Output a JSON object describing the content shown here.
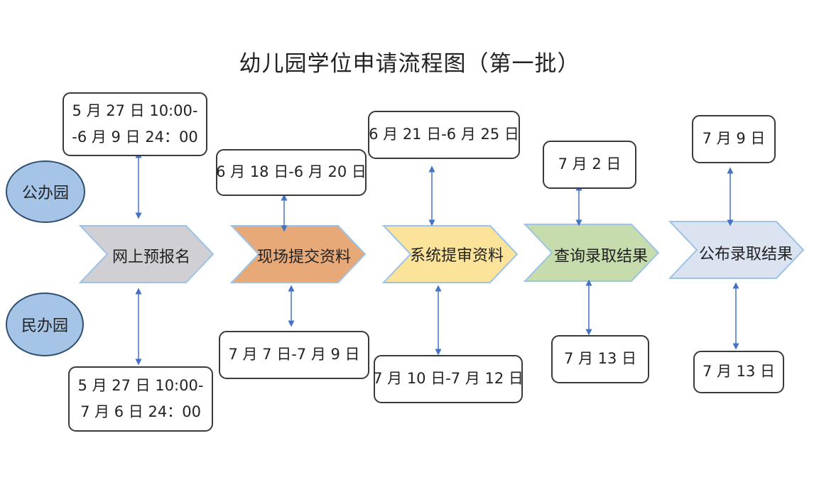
{
  "title": "幼儿园学位申请流程图（第一批）",
  "categories": {
    "public": "公办园",
    "private": "民办园"
  },
  "steps": [
    {
      "label": "网上预报名",
      "color": "#d0cfd3",
      "public": [
        "5 月 27 日 10:00-",
        "-6 月 9 日 24：00"
      ],
      "private": [
        "5 月 27 日 10:00-",
        "7 月 6 日 24：00"
      ]
    },
    {
      "label": "现场提交资料",
      "color": "#e8a979",
      "public": [
        "6 月 18 日-6 月 20 日"
      ],
      "private": [
        "7 月 7 日-7 月 9 日"
      ]
    },
    {
      "label": "系统提审资料",
      "color": "#fbe39a",
      "public": [
        "6 月 21 日-6 月 25 日"
      ],
      "private": [
        "7 月 10 日-7 月 12 日"
      ]
    },
    {
      "label": "查询录取结果",
      "color": "#c7dcad",
      "public": [
        "7 月 2 日"
      ],
      "private": [
        "7 月 13 日"
      ]
    },
    {
      "label": "公布录取结果",
      "color": "#dbe3f1",
      "public": [
        "7 月 9 日"
      ],
      "private": [
        "7 月 13 日"
      ]
    }
  ],
  "colors": {
    "arrow": "#4472c4",
    "chevron_border": "#9dc3e6",
    "ellipse_fill": "#a6c4e6",
    "ellipse_border": "#2f4f74"
  }
}
